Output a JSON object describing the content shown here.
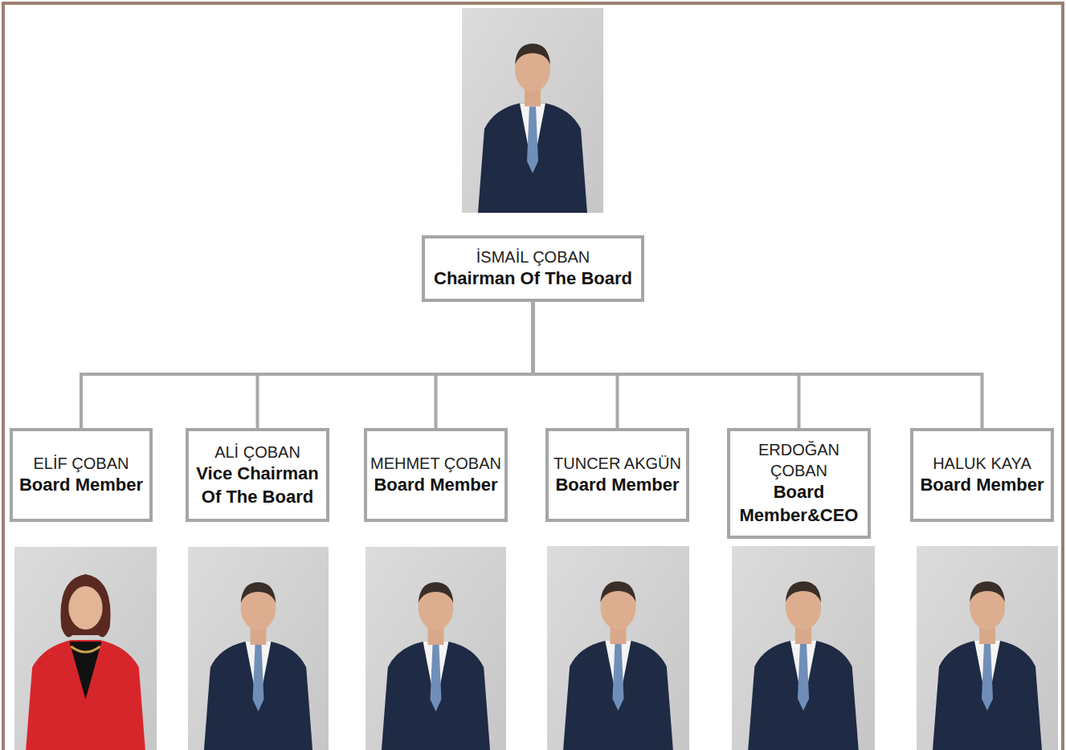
{
  "diagram": {
    "nodes": [
      {
        "text": [
          "İSMAİL ÇOBAN",
          "Chairman Of The Board"
        ]
      },
      {
        "text": [
          "ELİF ÇOBAN",
          "Board Member"
        ]
      },
      {
        "text": [
          "ALİ ÇOBAN",
          "Vice Chairman Of The Board"
        ]
      },
      {
        "text": [
          "MEHMET ÇOBAN",
          "Board Member"
        ]
      },
      {
        "text": [
          "TUNCER AKGÜN",
          "Board Member"
        ]
      },
      {
        "text": [
          "ERDOĞAN ÇOBAN",
          "Board Member&CEO"
        ]
      },
      {
        "text": [
          "HALUK KAYA",
          "Board Member"
        ]
      }
    ],
    "edges": [
      {
        "from": 0,
        "to": 1,
        "arrow": "none"
      },
      {
        "from": 0,
        "to": 2,
        "arrow": "none"
      },
      {
        "from": 0,
        "to": 3,
        "arrow": "none"
      },
      {
        "from": 0,
        "to": 4,
        "arrow": "none"
      },
      {
        "from": 0,
        "to": 5,
        "arrow": "none"
      },
      {
        "from": 0,
        "to": 6,
        "arrow": "none"
      }
    ]
  }
}
